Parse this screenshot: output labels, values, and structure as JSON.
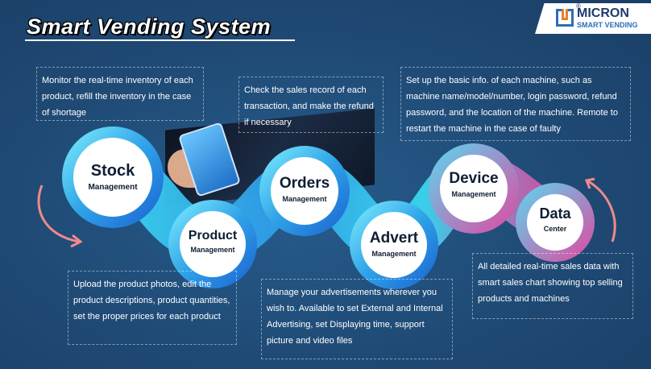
{
  "title": "Smart Vending System",
  "logo": {
    "name": "MICRON",
    "registered": "®",
    "tagline": "SMART VENDING",
    "colors": {
      "blue": "#2b6fb6",
      "orange": "#e8812a",
      "navy": "#1d3a6b"
    }
  },
  "nodes": [
    {
      "id": "stock",
      "title": "Stock",
      "subtitle": "Management"
    },
    {
      "id": "product",
      "title": "Product",
      "subtitle": "Management"
    },
    {
      "id": "orders",
      "title": "Orders",
      "subtitle": "Management"
    },
    {
      "id": "advert",
      "title": "Advert",
      "subtitle": "Management"
    },
    {
      "id": "device",
      "title": "Device",
      "subtitle": "Management"
    },
    {
      "id": "data",
      "title": "Data",
      "subtitle": "Center"
    }
  ],
  "descriptions": {
    "stock": "Monitor the real-time inventory of each product, refill the inventory in the case of shortage",
    "orders": "Check the sales record of each transaction, and make the refund if necessary",
    "device": "Set up the basic info. of each machine, such as machine name/model/number, login password, refund password, and the location of the machine. Remote to restart the machine in the case of faulty",
    "product": "Upload the product photos, edit the product descriptions, product quantities, set the proper prices for each product",
    "advert": "Manage your advertisements wherever you wish to. Available to set External and Internal Advertising, set Displaying time, support picture and video files",
    "data": "All detailed real-time sales data with smart sales chart showing top selling products and machines"
  },
  "colors": {
    "background": "#1f4a75",
    "ring_cyan": "#3ad6f0",
    "ring_blue": "#2f7fe0",
    "ring_magenta": "#e0479f",
    "arrow": "#f08a8a"
  }
}
